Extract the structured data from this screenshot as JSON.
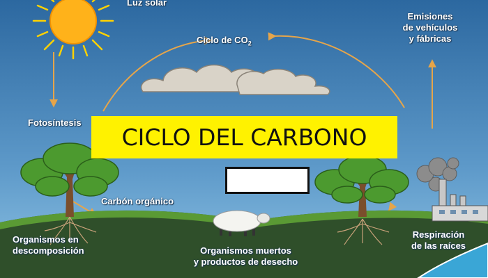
{
  "title": "CICLO DEL CARBONO",
  "labels": {
    "luz_solar": "Luz solar",
    "ciclo_co2_prefix": "Ciclo de CO",
    "ciclo_co2_sub": "2",
    "emisiones": "Emisiones\nde vehículos\ny fábricas",
    "fotosintesis": "Fotosíntesis",
    "carbon_organico": "Carbón orgánico",
    "organismos_descomposicion": "Organismos en\ndescomposición",
    "organismos_muertos": "Organismos muertos\ny productos de desecho",
    "respiracion": "Respiración\nde las raíces"
  },
  "colors": {
    "sky_top": "#2f6fa6",
    "sky_bottom": "#7fb8dd",
    "ground": "#2e4f2a",
    "hill": "#4f8a2e",
    "arrow": "#e6a54a",
    "banner": "#fff200",
    "sun": "#ffb21a",
    "water": "#3aa6d6"
  },
  "icons": [
    "sun-icon",
    "cloud-icon",
    "tree-icon",
    "sheep-icon",
    "factory-icon",
    "smoke-icon",
    "water-icon"
  ]
}
